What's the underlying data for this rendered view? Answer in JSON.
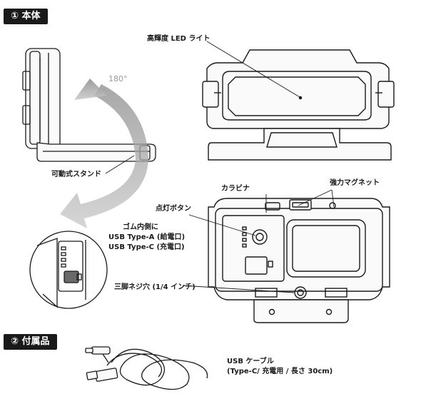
{
  "sections": {
    "main_unit": "① 本体",
    "accessories": "② 付属品"
  },
  "labels": {
    "led_light": "高輝度 LED ライト",
    "angle": "180°",
    "movable_stand": "可動式スタンド",
    "carabiner": "カラビナ",
    "magnet": "強力マグネット",
    "power_button": "点灯ボタン",
    "rubber_inside": "ゴム内側に",
    "usb_a": "USB Type-A (給電口)",
    "usb_c": "USB Type-C (充電口)",
    "tripod_hole": "三脚ネジ穴 (1/4 インチ)",
    "usb_cable": "USB ケーブル",
    "usb_cable_spec": "(Type-C/ 充電用 / 長さ 30cm)"
  }
}
